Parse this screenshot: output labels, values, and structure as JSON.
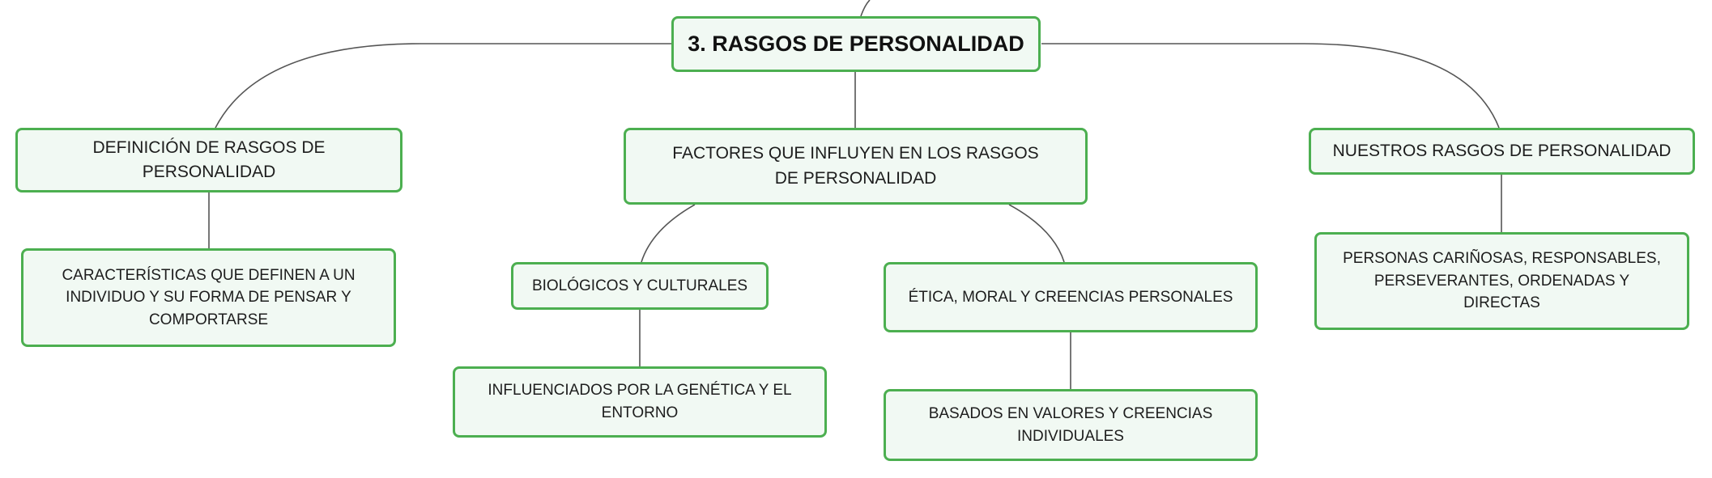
{
  "diagram": {
    "root": {
      "label": "3. RASGOS DE PERSONALIDAD"
    },
    "branches": [
      {
        "label": "DEFINICIÓN DE RASGOS DE PERSONALIDAD",
        "children": [
          {
            "label": "CARACTERÍSTICAS QUE DEFINEN A UN INDIVIDUO Y SU FORMA DE PENSAR Y COMPORTARSE"
          }
        ]
      },
      {
        "label": "FACTORES QUE INFLUYEN EN LOS RASGOS DE PERSONALIDAD",
        "children": [
          {
            "label": "BIOLÓGICOS Y CULTURALES",
            "children": [
              {
                "label": "INFLUENCIADOS POR LA GENÉTICA Y EL ENTORNO"
              }
            ]
          },
          {
            "label": "ÉTICA, MORAL Y CREENCIAS PERSONALES",
            "children": [
              {
                "label": "BASADOS EN VALORES Y CREENCIAS INDIVIDUALES"
              }
            ]
          }
        ]
      },
      {
        "label": "NUESTROS RASGOS DE PERSONALIDAD",
        "children": [
          {
            "label": "PERSONAS CARIÑOSAS, RESPONSABLES, PERSEVERANTES, ORDENADAS Y DIRECTAS"
          }
        ]
      }
    ],
    "colors": {
      "node_border": "#4caf50",
      "node_fill": "#f1f9f3",
      "connector": "#555555"
    }
  }
}
